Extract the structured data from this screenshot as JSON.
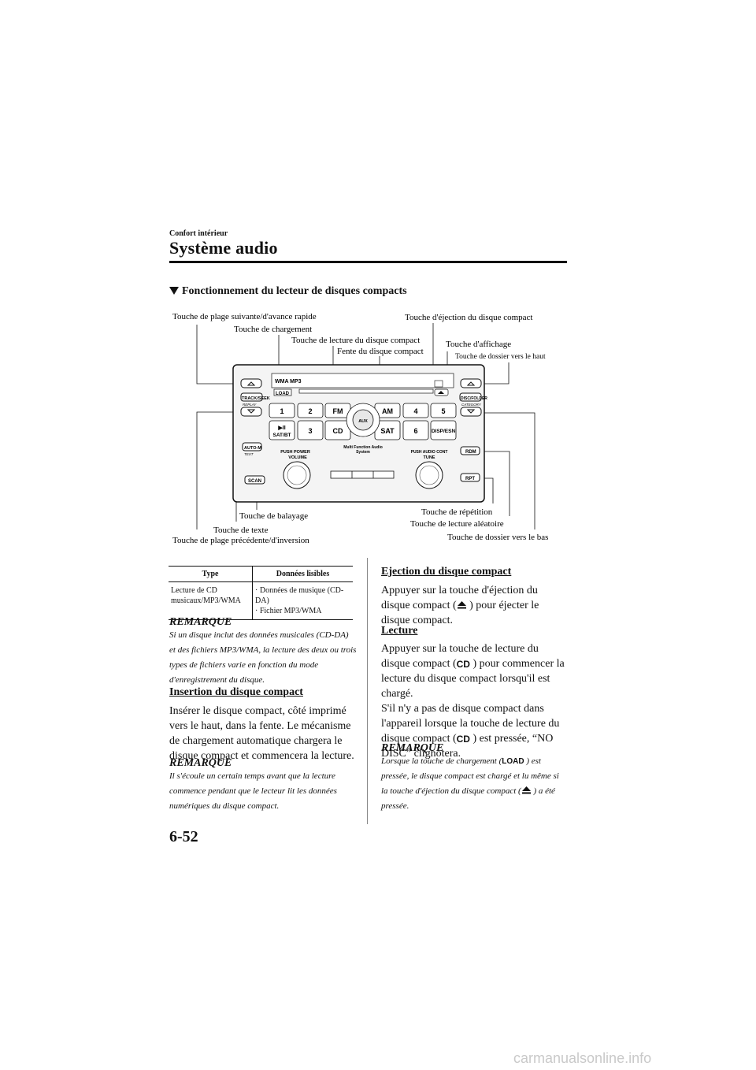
{
  "header": {
    "section": "Confort intérieur",
    "title": "Système audio"
  },
  "subheading": "Fonctionnement du lecteur de disques compacts",
  "diagram": {
    "callouts_top": {
      "next_track": "Touche de plage suivante/d'avance rapide",
      "load": "Touche de chargement",
      "cd_play": "Touche de lecture du disque compact",
      "slot": "Fente du disque compact",
      "eject": "Touche d'éjection du disque compact",
      "display": "Touche d'affichage",
      "folder_up": "Touche de dossier vers le haut"
    },
    "callouts_bottom": {
      "scan": "Touche de balayage",
      "text": "Touche de texte",
      "prev_track": "Touche de plage précédente/d'inversion",
      "repeat": "Touche de répétition",
      "random": "Touche de lecture aléatoire",
      "folder_down": "Touche de dossier vers le bas"
    },
    "unit": {
      "wma": "WMA MP3",
      "load": "LOAD",
      "track": "TRACK/SEEK",
      "replay": "REPLAY",
      "disc": "DISC/FOLDER",
      "category": "CATEGORY",
      "b1": "1",
      "b2": "2",
      "b3": "3",
      "b4": "4",
      "b5": "5",
      "b6": "6",
      "fm": "FM",
      "am": "AM",
      "cd": "CD",
      "sat": "SAT",
      "aux": "AUX",
      "playpause": "▶II",
      "satbt": "SAT/BT",
      "disp": "DISP/ESN",
      "automem": "AUTO-M",
      "text": "TEXT",
      "scan": "SCAN",
      "rdm": "RDM",
      "rpt": "RPT",
      "push_power": "PUSH POWER",
      "volume": "VOLUME",
      "push_audio": "PUSH AUDIO CONT",
      "tune": "TUNE",
      "mfa1": "Multi Function Audio",
      "mfa2": "System"
    }
  },
  "table": {
    "headers": [
      "Type",
      "Données lisibles"
    ],
    "row_type": "Lecture de CD musicaux/MP3/WMA",
    "row_data1": "Données de musique (CD-DA)",
    "row_data2": "Fichier MP3/WMA"
  },
  "left_col": {
    "remarque1_title": "REMARQUE",
    "remarque1_text": "Si un disque inclut des données musicales (CD-DA) et des fichiers MP3/WMA, la lecture des deux ou trois types de fichiers varie en fonction du mode d'enregistrement du disque.",
    "insertion_title": "Insertion du disque compact",
    "insertion_text": "Insérer le disque compact, côté imprimé vers le haut, dans la fente. Le mécanisme de chargement automatique chargera le disque compact et commencera la lecture.",
    "remarque2_title": "REMARQUE",
    "remarque2_text": "Il s'écoule un certain temps avant que la lecture commence pendant que le lecteur lit les données numériques du disque compact."
  },
  "right_col": {
    "eject_title": "Ejection du disque compact",
    "eject_a": "Appuyer sur la touche d'éjection du disque compact (",
    "eject_b": ") pour éjecter le disque compact.",
    "lecture_title": "Lecture",
    "lecture_a": "Appuyer sur la touche de lecture du disque compact (",
    "lecture_b": ") pour commencer la lecture du disque compact lorsqu'il est chargé.",
    "lecture_c": "S'il n'y a pas de disque compact dans l'appareil lorsque la touche de lecture du disque compact (",
    "lecture_d": ") est pressée, “NO DISC” clignotera.",
    "remarque_title": "REMARQUE",
    "remarque_a": "Lorsque la touche de chargement (",
    "remarque_b": ") est pressée, le disque compact est chargé et lu même si la touche d'éjection du disque compact (",
    "remarque_c": ") a été pressée.",
    "icon_load": "LOAD",
    "icon_cd": "CD"
  },
  "page_number": "6-52",
  "watermark": "carmanualsonline.info",
  "icons": [
    "eject-icon",
    "cd-icon",
    "load-icon",
    "down-triangle-icon"
  ]
}
